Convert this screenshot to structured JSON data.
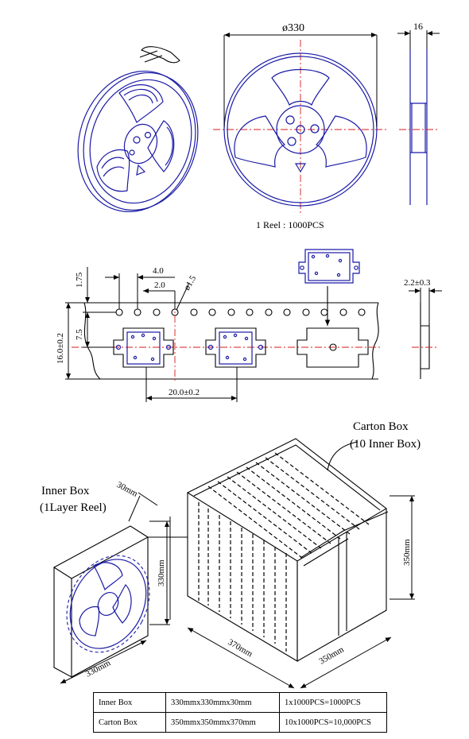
{
  "reel": {
    "diameter_label": "ø330",
    "width_label": "16",
    "caption": "1 Reel : 1000PCS"
  },
  "tape": {
    "dims": [
      "1.75",
      "4.0",
      "2.0",
      "ø1.5",
      "7.5",
      "16.0±0.2",
      "20.0±0.2",
      "2.2±0.3"
    ]
  },
  "carton": {
    "title_line1": "Carton Box",
    "title_line2": "(10 Inner Box)",
    "height_label": "350mm",
    "length_label": "370mm",
    "depth_label": "350mm"
  },
  "inner": {
    "title_line1": "Inner Box",
    "title_line2": "(1Layer Reel)",
    "thickness_label": "30mm",
    "height_label": "330mm",
    "width_label": "330mm"
  },
  "table": {
    "rows": [
      [
        "Inner Box",
        "330mmx330mmx30mm",
        "1x1000PCS=1000PCS"
      ],
      [
        "Carton Box",
        "350mmx350mmx370mm",
        "10x1000PCS=10,000PCS"
      ]
    ]
  },
  "colors": {
    "reel": "#1a1aa6",
    "centerline": "#d81b1b",
    "line": "#000000"
  }
}
